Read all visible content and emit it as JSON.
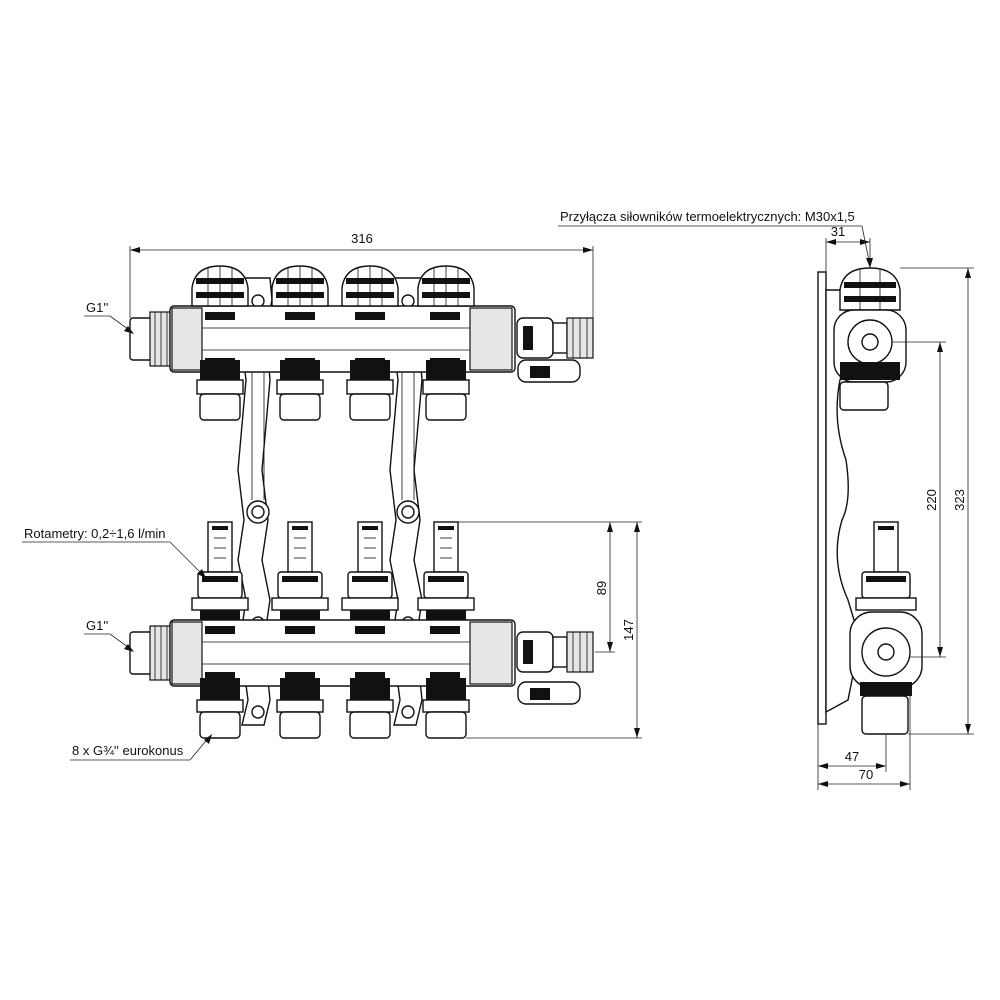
{
  "labels": {
    "actuator_note": "Przyłącza siłowników termoelektrycznych: M30x1,5",
    "inlet_top": "G1''",
    "inlet_bottom": "G1''",
    "flowmeters": "Rotametry: 0,2÷1,6 l/min",
    "outlets": "8 x G¾'' eurokonus"
  },
  "dimensions": {
    "overall_width": "316",
    "side_offset": "31",
    "rail_spacing": "220",
    "overall_height": "323",
    "flowmeter_height": "89",
    "lower_height": "147",
    "depth_front": "47",
    "depth_total": "70"
  }
}
